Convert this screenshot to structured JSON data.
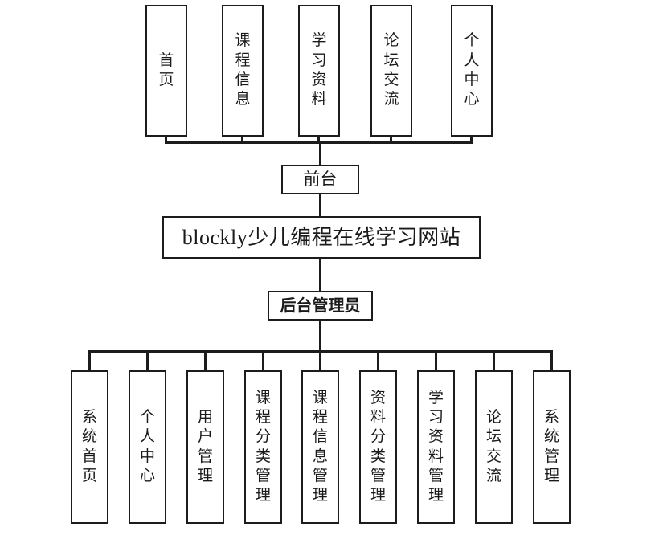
{
  "diagram": {
    "title": "blockly少儿编程在线学习网站",
    "type": "system-structure-tree",
    "background_color": "#ffffff",
    "line_color": "#1c1c1c",
    "text_color": "#1a1a1a"
  },
  "root": {
    "label": "blockly少儿编程在线学习网站"
  },
  "branches": {
    "frontend": {
      "label": "前台",
      "items": [
        {
          "label": "首\n页"
        },
        {
          "label": "课\n程\n信\n息"
        },
        {
          "label": "学\n习\n资\n料"
        },
        {
          "label": "论\n坛\n交\n流"
        },
        {
          "label": "个\n人\n中\n心"
        }
      ]
    },
    "backend": {
      "label": "后台管理员",
      "items": [
        {
          "label": "系\n统\n首\n页"
        },
        {
          "label": "个\n人\n中\n心"
        },
        {
          "label": "用\n户\n管\n理"
        },
        {
          "label": "课\n程\n分\n类\n管\n理"
        },
        {
          "label": "课\n程\n信\n息\n管\n理"
        },
        {
          "label": "资\n料\n分\n类\n管\n理"
        },
        {
          "label": "学\n习\n资\n料\n管\n理"
        },
        {
          "label": "论\n坛\n交\n流"
        },
        {
          "label": "系\n统\n管\n理"
        }
      ]
    }
  }
}
